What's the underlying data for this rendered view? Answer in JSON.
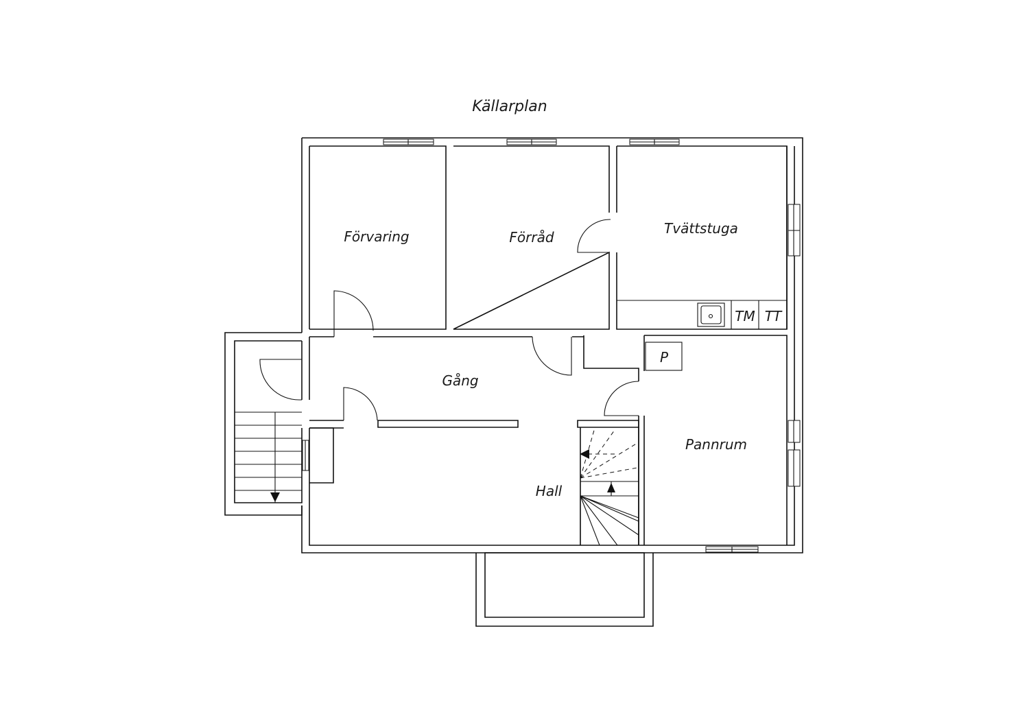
{
  "title": "Källarplan",
  "rooms": {
    "forvaring": "Förvaring",
    "forrad": "Förråd",
    "tvattstuga": "Tvättstuga",
    "gang": "Gång",
    "pannrum": "Pannrum",
    "hall": "Hall"
  },
  "fixtures": {
    "tm": "TM",
    "tt": "TT",
    "p": "P"
  },
  "colors": {
    "line": "#111111",
    "background": "#ffffff"
  },
  "icons": {
    "sink": "sink-icon",
    "stair_arrow": "arrow-icon"
  }
}
